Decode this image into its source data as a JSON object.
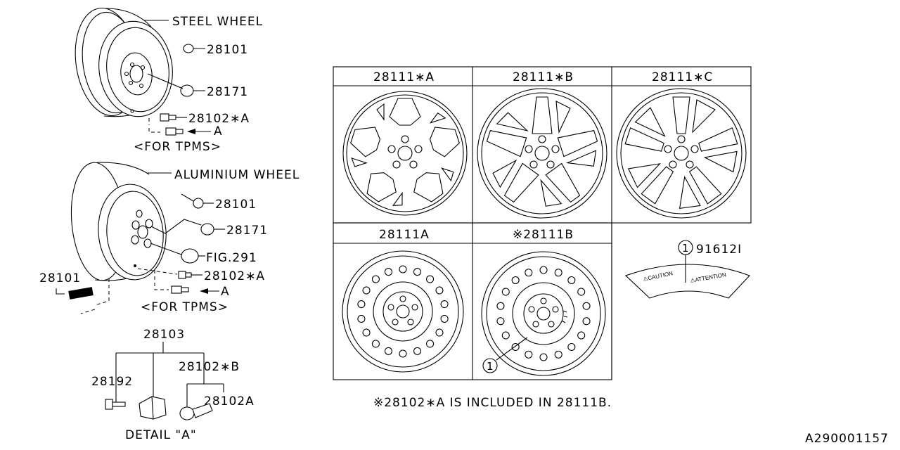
{
  "labels": {
    "steel_wheel": "STEEL WHEEL",
    "aluminium_wheel": "ALUMINIUM WHEEL",
    "p28101_a": "28101",
    "p28171_a": "28171",
    "p28102A_a": "28102∗A",
    "arrowA_1": "A",
    "tpms_1": "<FOR TPMS>",
    "p28101_b": "28101",
    "p28171_b": "28171",
    "fig291": "FIG.291",
    "p28102A_b": "28102∗A",
    "p28101_c": "28101",
    "arrowA_2": "A",
    "tpms_2": "<FOR TPMS>",
    "p28103": "28103",
    "p28102B": "28102∗B",
    "p28192": "28192",
    "p28102A_plain": "28102A",
    "detail": "DETAIL \"A\""
  },
  "grid": {
    "cell_a": "28111∗A",
    "cell_b": "28111∗B",
    "cell_c": "28111∗C",
    "cell_d": "28111A",
    "cell_e": "※28111B",
    "callout_num": "1"
  },
  "label_part": {
    "callout_num": "1",
    "part_no": "91612I",
    "caution": "⚠CAUTION",
    "attention": "⚠ATTENTION"
  },
  "footnote": "※28102∗A IS INCLUDED IN 28111B.",
  "diagram_id": "A290001157"
}
